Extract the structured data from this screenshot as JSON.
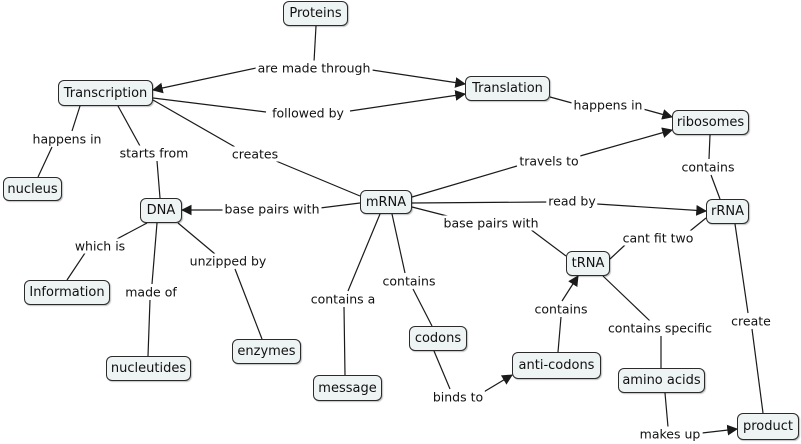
{
  "nodes": {
    "proteins": "Proteins",
    "transcription": "Transcription",
    "translation": "Translation",
    "ribosomes": "ribosomes",
    "nucleus": "nucleus",
    "dna": "DNA",
    "mrna": "mRNA",
    "rrna": "rRNA",
    "trna": "tRNA",
    "information": "Information",
    "nucleutides": "nucleutides",
    "enzymes": "enzymes",
    "message": "message",
    "codons": "codons",
    "anticodons": "anti-codons",
    "aminoacids": "amino acids",
    "product": "product"
  },
  "links": {
    "are_made_through": "are made through",
    "followed_by": "followed by",
    "happens_in_translation": "happens in",
    "happens_in_transcription": "happens in",
    "starts_from": "starts from",
    "creates": "creates",
    "travels_to": "travels to",
    "contains_ribosomes": "contains",
    "base_pairs_with_dna": "base pairs with",
    "read_by": "read by",
    "base_pairs_with_trna": "base pairs with",
    "cant_fit_two": "cant fit two",
    "which_is": "which is",
    "made_of": "made of",
    "unzipped_by": "unzipped by",
    "contains_a": "contains a",
    "contains_codons": "contains",
    "contains_anticodons": "contains",
    "contains_specific": "contains specific",
    "create": "create",
    "binds_to": "binds to",
    "makes_up": "makes up"
  },
  "colors": {
    "node_fill": "#eef3f3",
    "node_border": "#2b2b2b",
    "line": "#1a1a1a"
  }
}
